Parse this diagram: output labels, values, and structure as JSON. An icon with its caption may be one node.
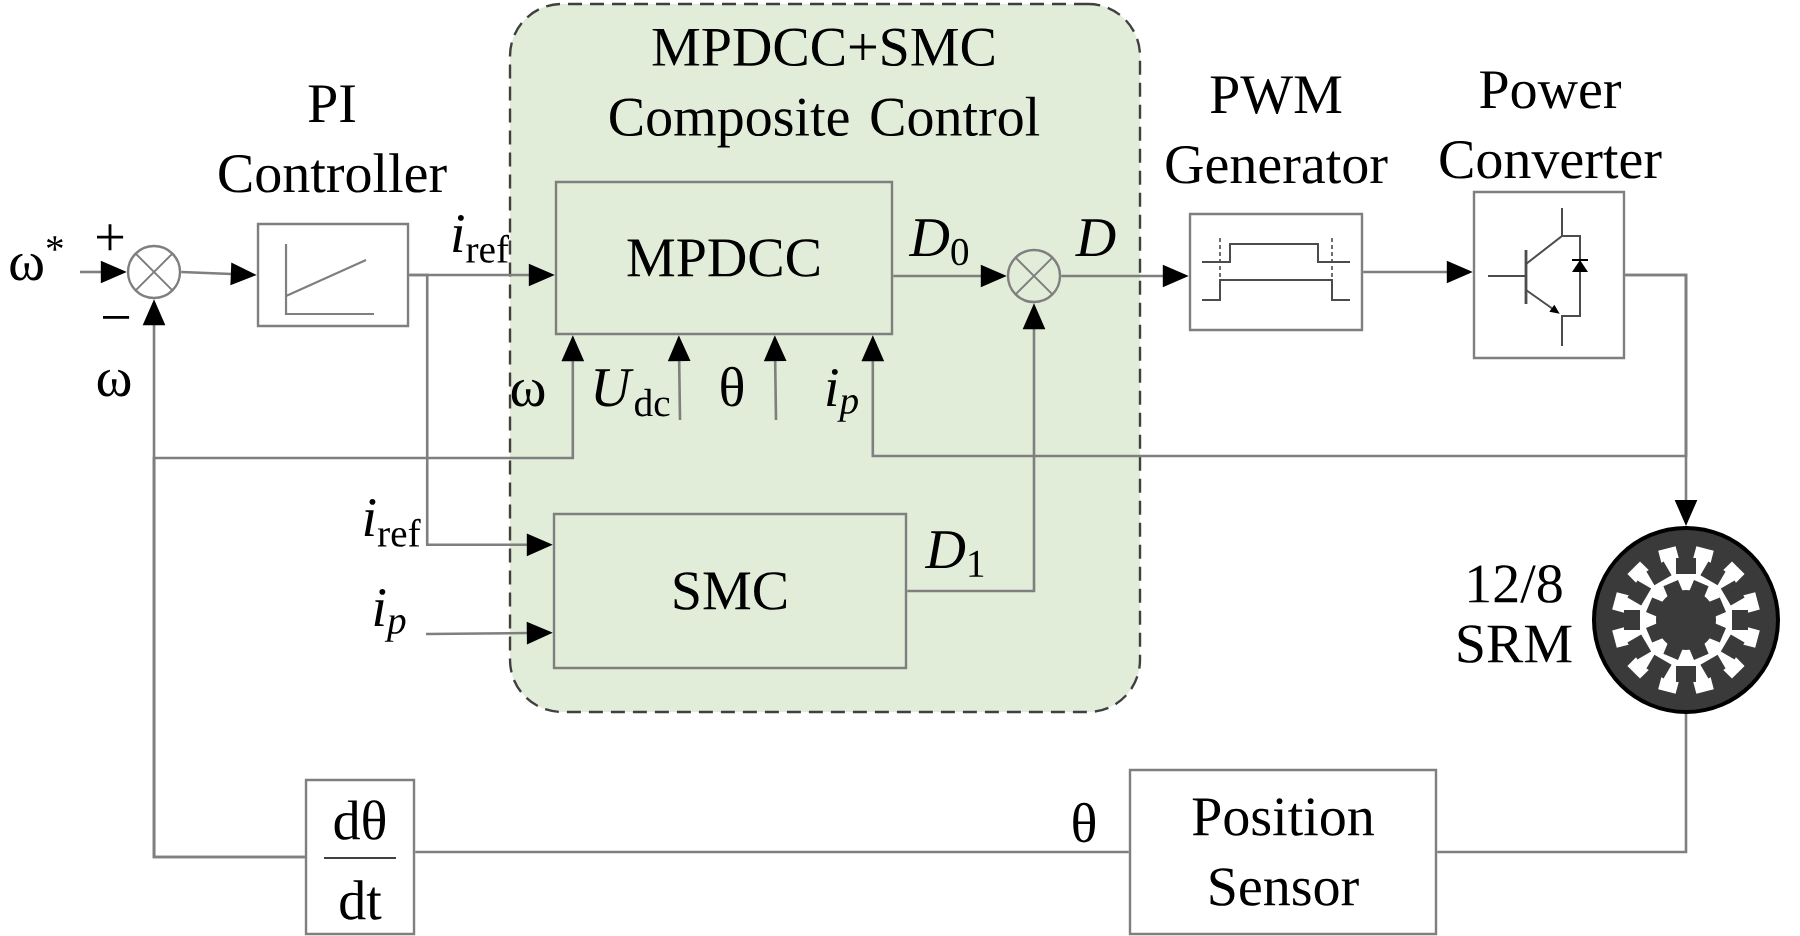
{
  "diagram": {
    "nodes": [
      {
        "text": [],
        "shape": "circle",
        "beside": [
          "+",
          "−"
        ]
      },
      {
        "text": [
          "PI Controller"
        ]
      },
      {
        "text": [
          "MPDCC+SMC Composite Control"
        ]
      },
      {
        "text": [
          "MPDCC"
        ],
        "in": 2
      },
      {
        "text": [
          "SMC"
        ],
        "in": 2
      },
      {
        "text": [],
        "shape": "circle",
        "in": 2
      },
      {
        "text": [
          "PWM Generator"
        ]
      },
      {
        "text": [
          "Power Converter"
        ]
      },
      {
        "text": [],
        "shape": "picture",
        "beside": [
          "12/8 SRM"
        ]
      },
      {
        "text": [
          "Position Sensor"
        ]
      },
      {
        "text": [
          "dθ",
          "dt"
        ]
      }
    ],
    "edges": [
      {
        "from": null,
        "to": 0,
        "arrow": "to",
        "label": "ω$^{*}$"
      },
      {
        "from": 0,
        "to": 1,
        "arrow": "to"
      },
      {
        "from": 1,
        "to": 3,
        "arrow": "to",
        "label": "*i*$_{ref}$"
      },
      {
        "from": 1,
        "to": 4,
        "arrow": "to",
        "label": "*i*$_{ref}$"
      },
      {
        "from": null,
        "to": 4,
        "arrow": "to",
        "label": "i$_{p}$"
      },
      {
        "from": 3,
        "to": 5,
        "arrow": "to",
        "label": "*D*$_{0}$"
      },
      {
        "from": 4,
        "to": 5,
        "arrow": "to",
        "label": "*D*$_{1}$"
      },
      {
        "from": 5,
        "to": 6,
        "arrow": "to",
        "label": "D"
      },
      {
        "from": 6,
        "to": 7,
        "arrow": "to"
      },
      {
        "from": 7,
        "to": 8,
        "arrow": "to"
      },
      {
        "from": 7,
        "to": 3,
        "arrow": "to",
        "label": "i$_{p}$"
      },
      {
        "from": null,
        "to": 3,
        "arrow": "to",
        "label": "*U*$_{dc}$"
      },
      {
        "from": null,
        "to": 3,
        "arrow": "to",
        "label": "θ"
      },
      {
        "from": 8,
        "to": 9,
        "arrow": "none"
      },
      {
        "from": 9,
        "to": 10,
        "arrow": "none",
        "label": "θ"
      },
      {
        "from": 10,
        "to": 0,
        "arrow": "to",
        "label": "ω"
      },
      {
        "from": 10,
        "to": 3,
        "arrow": "to",
        "label": "ω"
      }
    ]
  }
}
